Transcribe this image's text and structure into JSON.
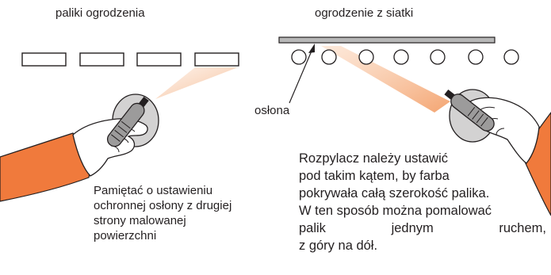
{
  "labels": {
    "left_title": "paliki ogrodzenia",
    "right_title": "ogrodzenie z siatki",
    "shield_label": "osłona"
  },
  "notes": {
    "left": [
      "Pamiętać o ustawieniu",
      "ochronnej osłony z drugiej",
      "strony malowanej",
      "powierzchni"
    ],
    "right": [
      "Rozpylacz należy ustawić",
      "pod takim kątem, by farba",
      "pokrywała całą szerokość palika.",
      "W ten sposób można pomalować"
    ],
    "right_last_words": [
      "palik",
      "jednym",
      "ruchem,"
    ],
    "right_final": "z góry na dół."
  },
  "colors": {
    "orange": "#f07a3c",
    "spray": "#f6b98f",
    "disk": "#d3d2d2",
    "rail": "#b7b7b7",
    "outline": "#231f20"
  },
  "counts": {
    "fence_boards": 4,
    "mesh_posts": 7
  }
}
